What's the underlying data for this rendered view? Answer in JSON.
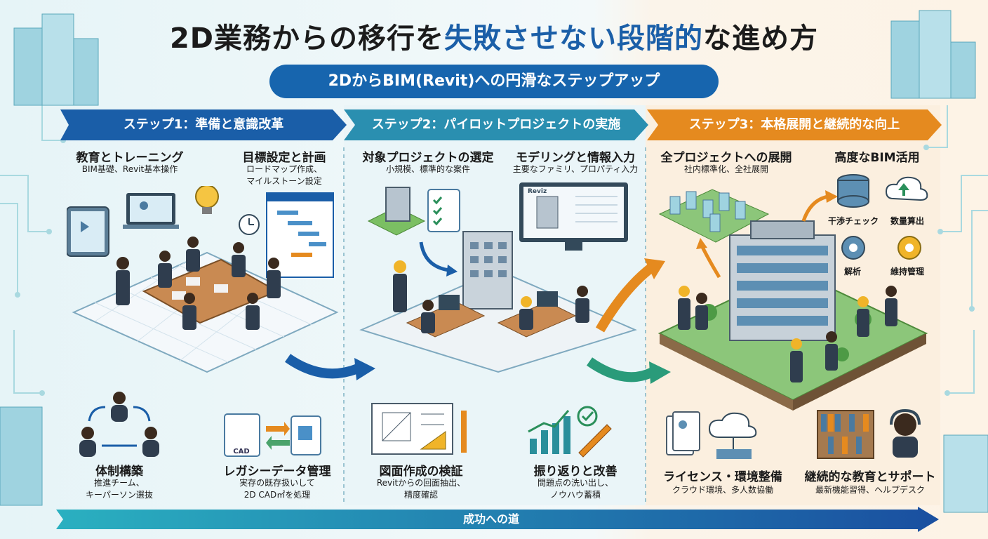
{
  "title": {
    "part1": "2D業務からの移行を",
    "part2": "失敗させない段階的",
    "part3": "な進め方"
  },
  "subtitle": "2DからBIM(Revit)への円滑なステップアップ",
  "steps": [
    {
      "label": "ステップ1：準備と意識改革",
      "color": "#1a5ea8",
      "items": [
        {
          "title": "教育とトレーニング",
          "subs": [
            "BIM基礎、Revit基本操作"
          ]
        },
        {
          "title": "目標設定と計画",
          "subs": [
            "ロードマップ作成、",
            "マイルストーン設定"
          ]
        },
        {
          "title": "体制構築",
          "subs": [
            "推進チーム、",
            "キーパーソン選抜"
          ]
        },
        {
          "title": "レガシーデータ管理",
          "subs": [
            "実存の既存扱いして",
            "2D CAD㎡を処理"
          ]
        }
      ],
      "file_labels": [
        "CAD"
      ]
    },
    {
      "label": "ステップ2：パイロットプロジェクトの実施",
      "color": "#2a8fb0",
      "items": [
        {
          "title": "対象プロジェクトの選定",
          "subs": [
            "小規模、標準的な案件"
          ]
        },
        {
          "title": "モデリングと情報入力",
          "subs": [
            "主要なファミリ、プロパティ入力"
          ]
        },
        {
          "title": "図面作成の検証",
          "subs": [
            "Revitからの回面抽出、",
            "精度確認"
          ]
        },
        {
          "title": "振り返りと改善",
          "subs": [
            "問題点の洗い出し、",
            "ノウハウ蓄積"
          ]
        }
      ],
      "screen_label": "Reviz"
    },
    {
      "label": "ステップ3：本格展開と継続的な向上",
      "color": "#e58a1f",
      "items": [
        {
          "title": "全プロジェクトへの展開",
          "subs": [
            "社内標準化、全社展開"
          ]
        },
        {
          "title": "高度なBIM活用",
          "subs": []
        },
        {
          "title": "ライセンス・環境整備",
          "subs": [
            "クラウド環境、多人数協働"
          ]
        },
        {
          "title": "継続的な教育とサポート",
          "subs": [
            "最新機能習得、ヘルプデスク"
          ]
        }
      ],
      "advanced": [
        "干渉チェック",
        "数量算出",
        "解析",
        "維持管理"
      ]
    }
  ],
  "road_label": "成功への道"
}
